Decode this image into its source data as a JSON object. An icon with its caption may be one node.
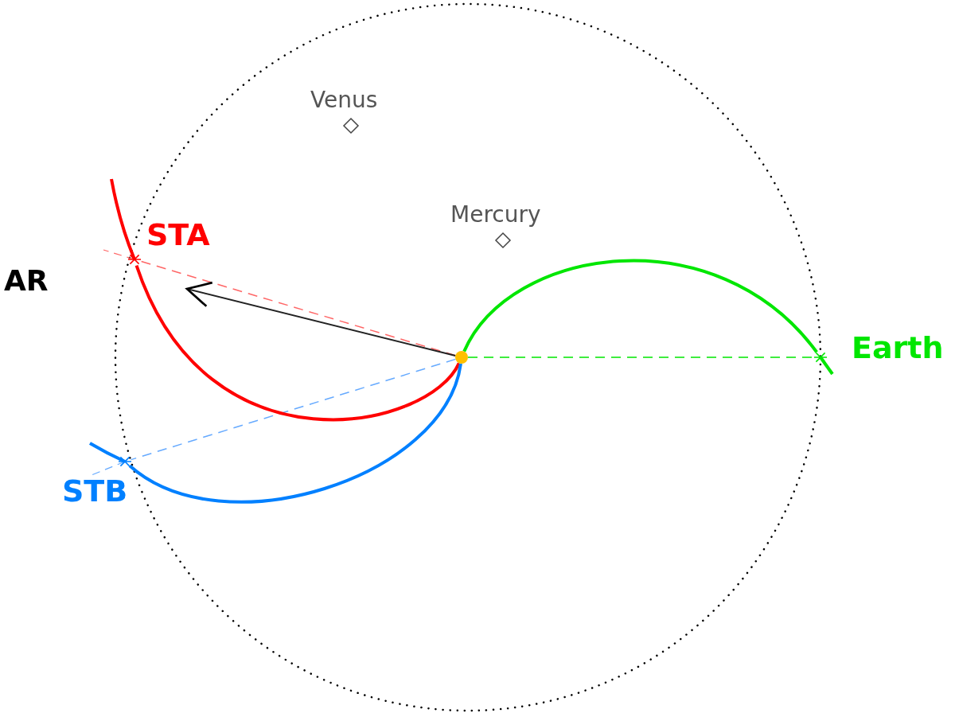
{
  "diagram": {
    "nodes": [
      {
        "text": [],
        "shape": "circle"
      },
      {
        "text": [],
        "shape": "star",
        "beside": [
          "STA"
        ]
      },
      {
        "text": [],
        "shape": "star",
        "beside": [
          "STB"
        ]
      },
      {
        "text": [],
        "shape": "star",
        "beside": [
          "Earth"
        ]
      }
    ],
    "edges": [
      {
        "from": 0,
        "to": 1,
        "arrow": "none",
        "style": "dashed",
        "color": "#ff6666"
      },
      {
        "from": 0,
        "to": 2,
        "arrow": "none",
        "style": "dashed",
        "color": "#66aaff"
      },
      {
        "from": 0,
        "to": 3,
        "arrow": "none",
        "style": "dashed",
        "color": "#00e600"
      },
      {
        "from": 0,
        "to": 1,
        "arrow": "none",
        "style": "thick",
        "color": "#ff0000"
      },
      {
        "from": 0,
        "to": 2,
        "arrow": "none",
        "style": "thick",
        "color": "#0080ff"
      },
      {
        "from": 0,
        "to": 3,
        "arrow": "none",
        "style": "thick",
        "color": "#00e600"
      },
      {
        "from": 0,
        "to": null,
        "arrow": "to",
        "color": "#222222"
      }
    ],
    "labels": [
      "Venus",
      "Mercury",
      "AR"
    ]
  }
}
